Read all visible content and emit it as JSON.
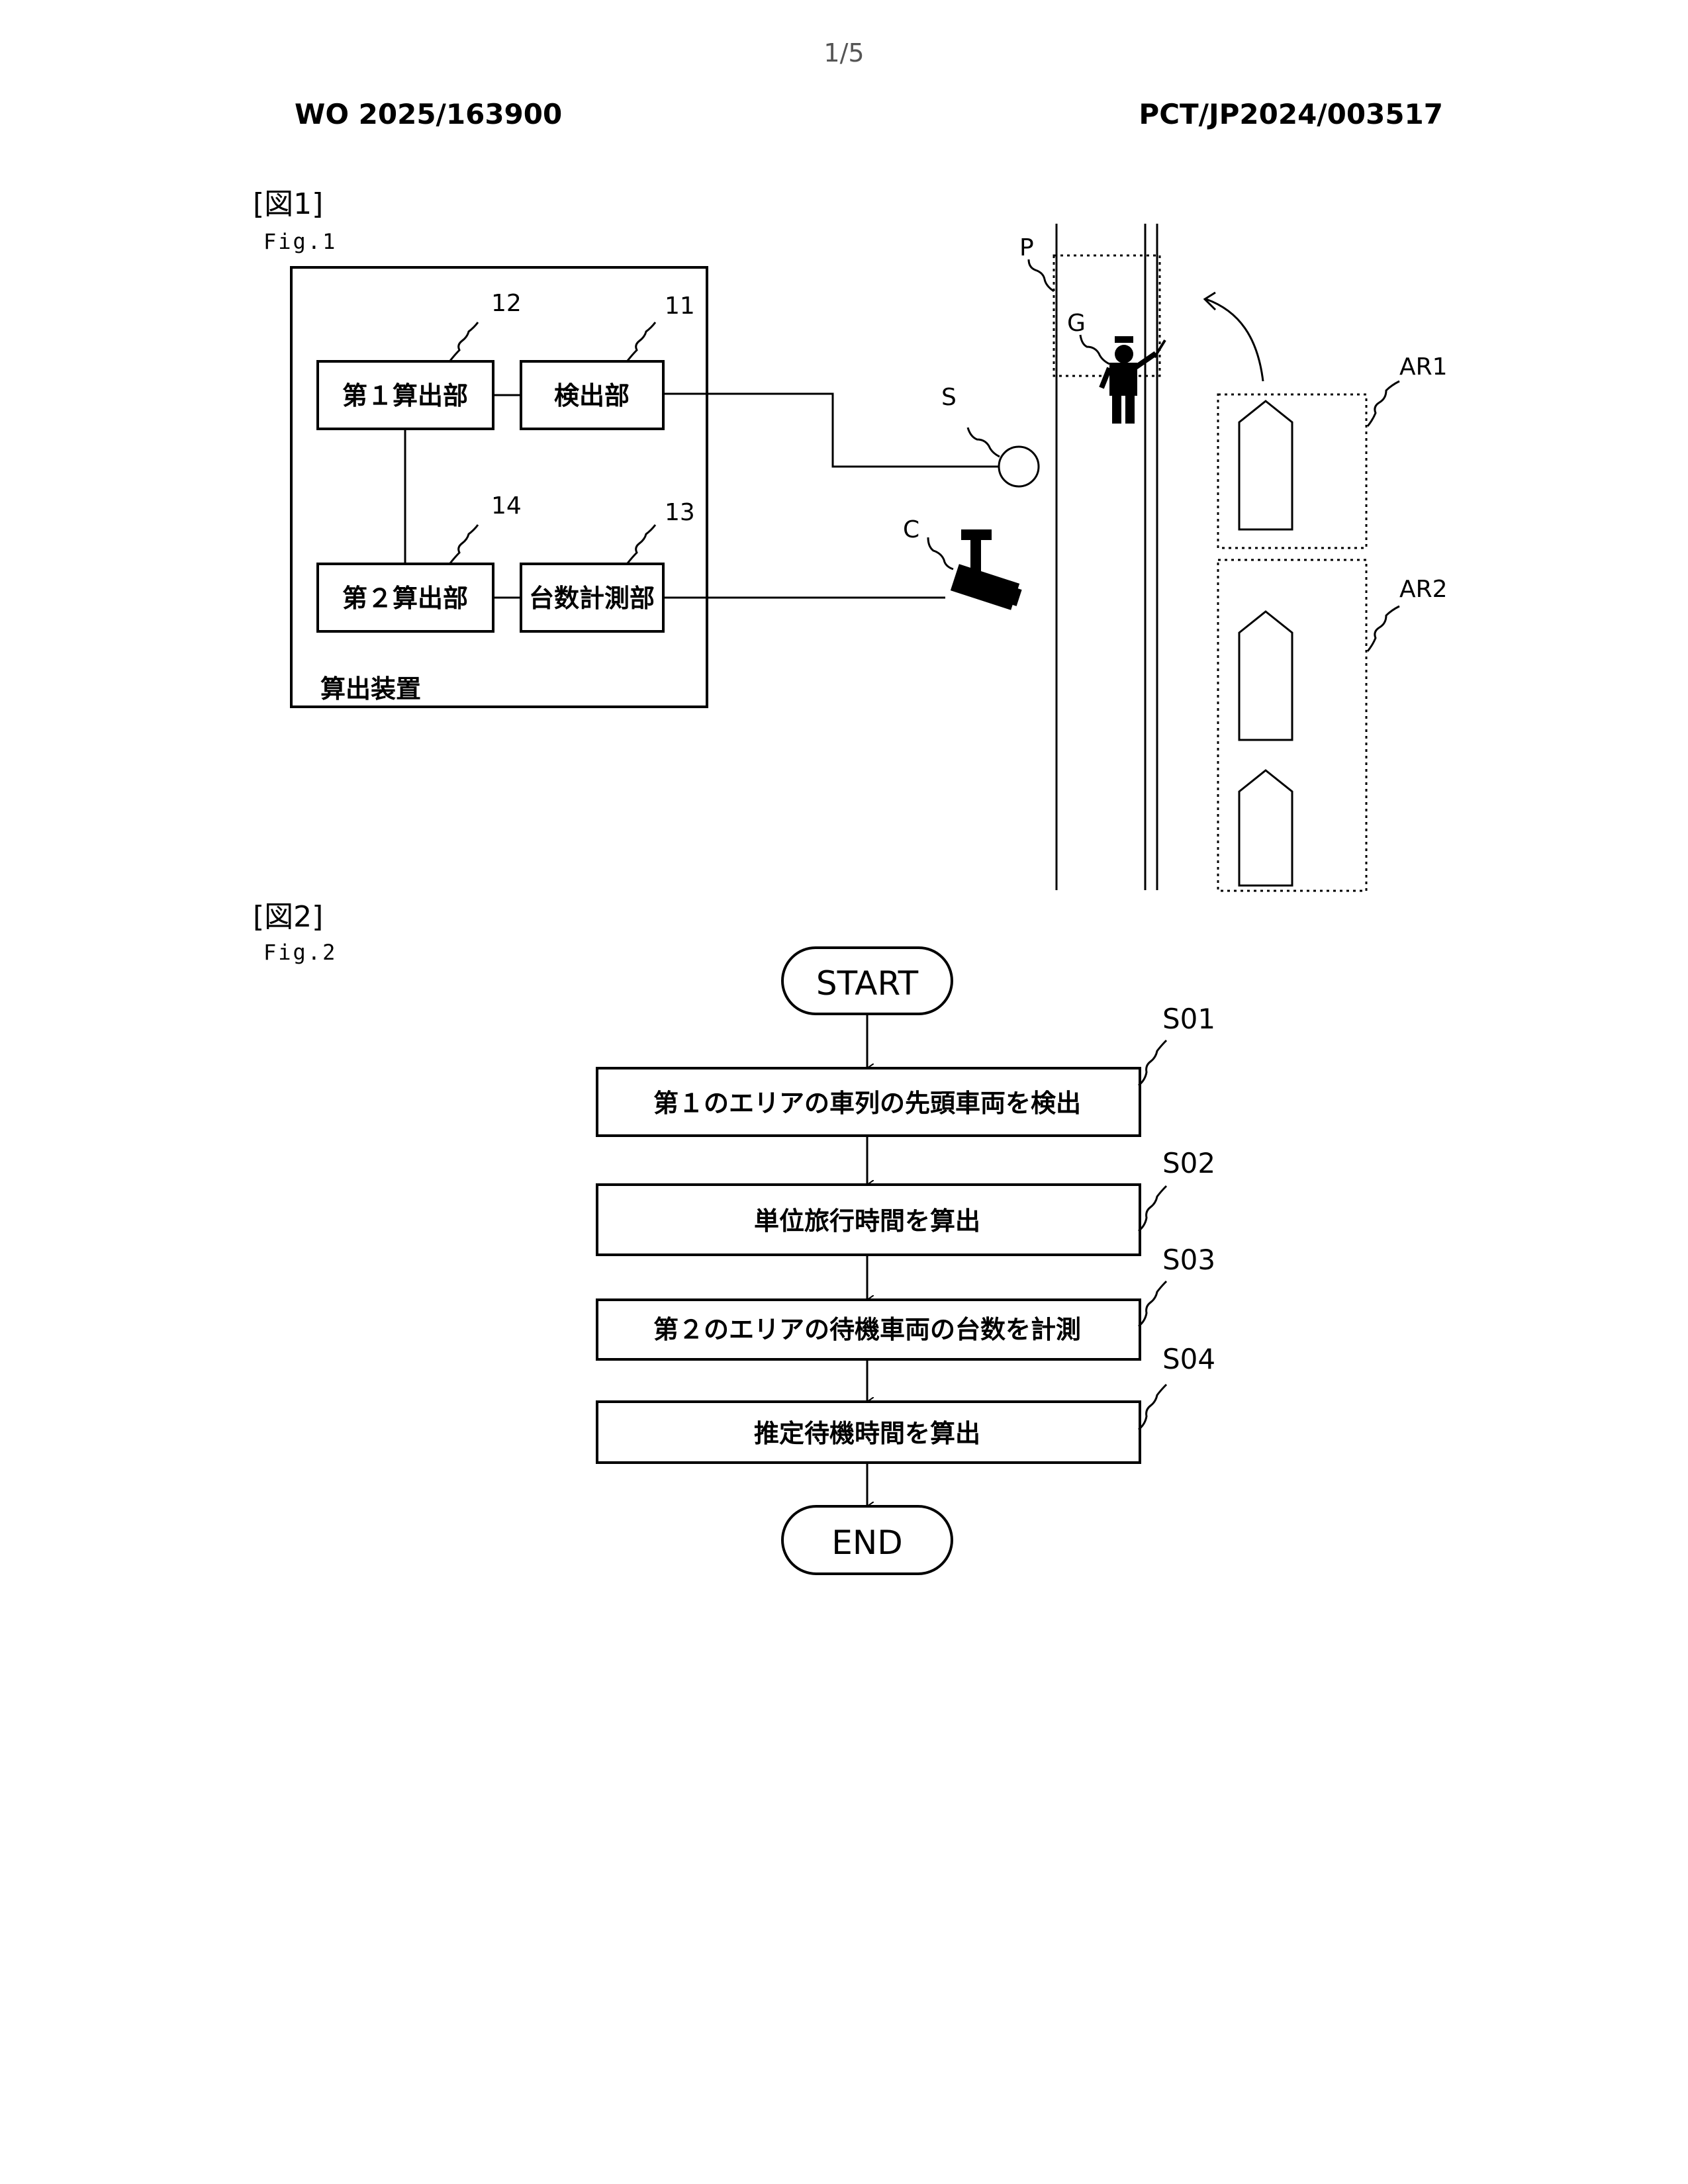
{
  "page": {
    "number": "1/5",
    "pub_number": "WO 2025/163900",
    "app_number": "PCT/JP2024/003517"
  },
  "fig1": {
    "title": "[図1]",
    "sub": "Fig.1",
    "device_label": "算出装置",
    "blocks": {
      "first_calc": "第１算出部",
      "detector": "検出部",
      "second_calc": "第２算出部",
      "counter": "台数計測部"
    },
    "refs": {
      "first_calc": "12",
      "detector": "11",
      "second_calc": "14",
      "counter": "13"
    },
    "sensor": "S",
    "camera": "C",
    "position": "P",
    "guard": "G",
    "area1": "AR1",
    "area2": "AR2"
  },
  "fig2": {
    "title": "[図2]",
    "sub": "Fig.2",
    "start": "START",
    "end": "END",
    "steps": [
      {
        "id": "S01",
        "text": "第１のエリアの車列の先頭車両を検出"
      },
      {
        "id": "S02",
        "text": "単位旅行時間を算出"
      },
      {
        "id": "S03",
        "text": "第２のエリアの待機車両の台数を計測"
      },
      {
        "id": "S04",
        "text": "推定待機時間を算出"
      }
    ]
  }
}
